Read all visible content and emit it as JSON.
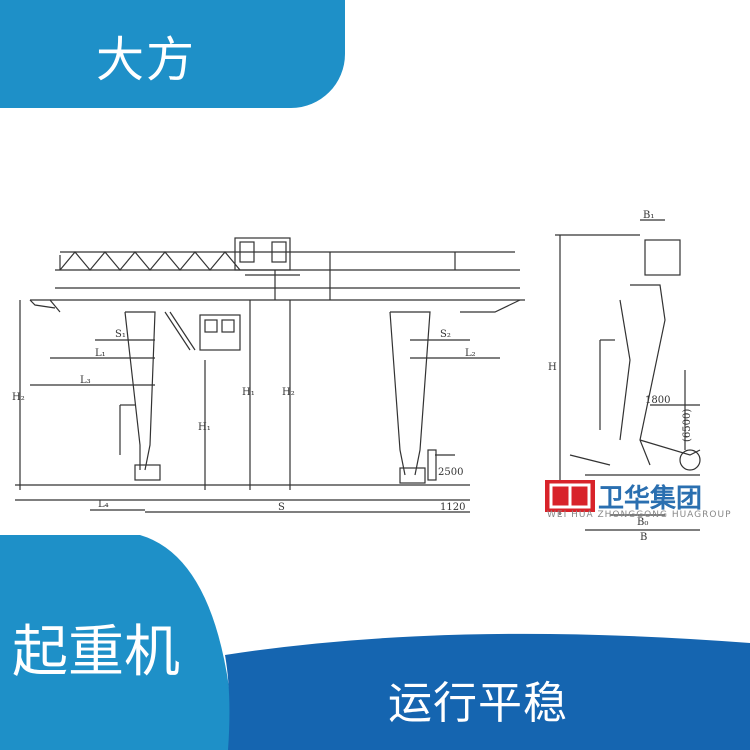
{
  "header": {
    "brand": "大方"
  },
  "drawing": {
    "dims": {
      "s1": "S₁",
      "s2": "S₂",
      "l1": "L₁",
      "l2": "L₂",
      "l3": "L₃",
      "l4": "L₄",
      "h1": "H₁",
      "h2": "H₂",
      "h": "H",
      "hr": "H₁",
      "hr2": "H₂",
      "s": "S",
      "v2500": "2500",
      "v1120": "1120",
      "b1": "B₁",
      "v1800": "1800",
      "v6500": "(6500)",
      "b0": "B₀",
      "b": "B",
      "hside": "H"
    }
  },
  "logo": {
    "cn": "卫华集团",
    "en": "WEI HUA ZHONGGONG HUAGROUP"
  },
  "footer": {
    "left": "起重机",
    "right": "运行平稳"
  },
  "colors": {
    "blue": "#1e90c8",
    "deep_blue": "#1565b0",
    "line": "#333333"
  }
}
